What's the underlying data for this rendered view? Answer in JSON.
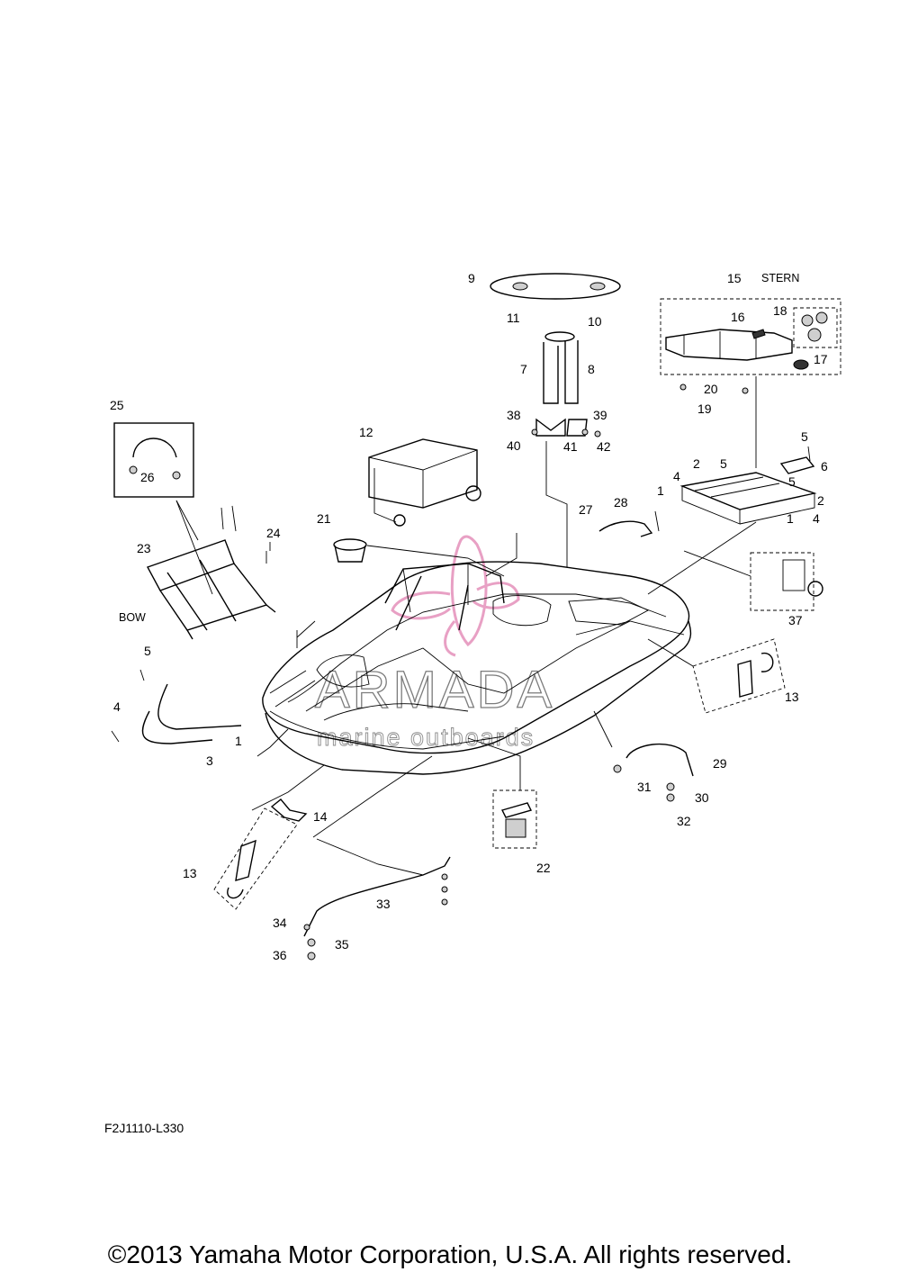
{
  "diagram": {
    "orientation_labels": {
      "stern": "STERN",
      "bow": "BOW"
    },
    "part_numbers": [
      "1",
      "2",
      "3",
      "4",
      "5",
      "6",
      "7",
      "8",
      "9",
      "10",
      "11",
      "12",
      "13",
      "14",
      "15",
      "16",
      "17",
      "18",
      "19",
      "20",
      "21",
      "22",
      "23",
      "24",
      "25",
      "26",
      "27",
      "28",
      "29",
      "30",
      "31",
      "32",
      "33",
      "34",
      "35",
      "36",
      "37",
      "38",
      "39",
      "40",
      "41",
      "42"
    ],
    "drawing_code": "F2J1110-L330"
  },
  "watermark": {
    "brand": "ARMADA",
    "tagline": "marine outboards",
    "logo_color": "#e8a0c4"
  },
  "footer": {
    "copyright": "©2013 Yamaha Motor Corporation, U.S.A. All rights reserved."
  }
}
